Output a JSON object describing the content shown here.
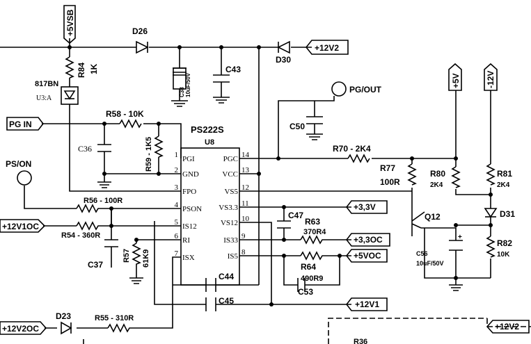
{
  "chip": {
    "name": "PS222S",
    "ref": "U8",
    "left_pins": [
      {
        "num": "1",
        "name": "PGI"
      },
      {
        "num": "2",
        "name": "GND"
      },
      {
        "num": "3",
        "name": "FPO"
      },
      {
        "num": "4",
        "name": "PSON"
      },
      {
        "num": "5",
        "name": "IS12"
      },
      {
        "num": "6",
        "name": "RI"
      },
      {
        "num": "7",
        "name": "ISX"
      }
    ],
    "right_pins": [
      {
        "num": "14",
        "name": "PGC"
      },
      {
        "num": "13",
        "name": "VCC"
      },
      {
        "num": "12",
        "name": "VS5"
      },
      {
        "num": "11",
        "name": "VS3.3"
      },
      {
        "num": "10",
        "name": "VS12"
      },
      {
        "num": "9",
        "name": "IS33"
      },
      {
        "num": "8",
        "name": "IS5"
      }
    ]
  },
  "nets": {
    "vsb": "+5VSB",
    "v12v2_top": "+12V2",
    "pg_out": "PG/OUT",
    "pg_in": "PG IN",
    "ps_on": "PS/ON",
    "v12v1oc": "+12V1OC",
    "v12v2oc": "+12V2OC",
    "v5v": "+5V",
    "vneg12": "-12V",
    "v3_3": "+3,3V",
    "v3_3oc": "+3,3OC",
    "v5voc": "+5VOC",
    "v12v1": "+12V1",
    "v12v2_bottom": "+12V2"
  },
  "components": {
    "d26": "D26",
    "d30": "D30",
    "r84": "R84",
    "r84_val": "1K",
    "opto": "817BN",
    "opto_ref": "U3:A",
    "c38": "C38",
    "c38_val": "10uF/50V",
    "c43": "C43",
    "c50": "C50",
    "r58": "R58 - 10K",
    "c36": "C36",
    "r59": "R59 - 1K5",
    "r70": "R70 - 2K4",
    "r77": "R77",
    "r77_val": "100R",
    "r80": "R80",
    "r80_val": "2K4",
    "r81": "R81",
    "r81_val": "2K4",
    "d31": "D31",
    "q12": "Q12",
    "r82": "R82",
    "r82_val": "10K",
    "c56": "C56",
    "c56_val": "10uF/50V",
    "r56": "R56 - 100R",
    "r54": "R54 - 360R",
    "c37": "C37",
    "r57": "R57",
    "r57_val": "61K9",
    "c47": "C47",
    "r63": "R63",
    "r63_val": "370R4",
    "r64": "R64",
    "r64_val": "490R9",
    "c53": "C53",
    "c44": "C44",
    "c45": "C45",
    "d23": "D23",
    "r55": "R55 - 310R",
    "r36": "R36"
  },
  "colors": {
    "ink": "#000000",
    "paper": "#ffffff"
  }
}
